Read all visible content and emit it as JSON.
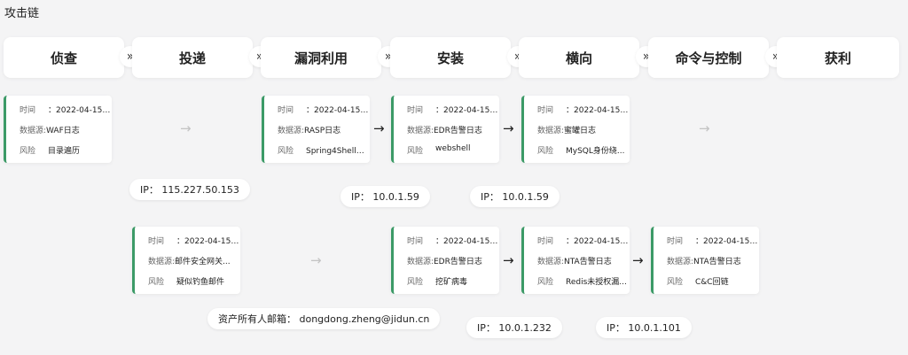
{
  "title": "攻击链",
  "stages": [
    "侦查",
    "投递",
    "漏洞利用",
    "安装",
    "横向",
    "命令与控制",
    "获利"
  ],
  "chevron": "»",
  "labels": {
    "time": "时间",
    "source": "数据源:",
    "risk": "风险"
  },
  "cards_row1": [
    {
      "time": "：2022-04-15 0...",
      "source": "WAF日志",
      "risk": "目录遍历"
    },
    {
      "time": "：2022-04-15 0...",
      "source": "RASP日志",
      "risk": "Spring4Shell漏..."
    },
    {
      "time": "：2022-04-15 0...",
      "source": "EDR告警日志",
      "risk": "webshell"
    },
    {
      "time": "：2022-04-15 1...",
      "source": "蜜罐日志",
      "risk": "MySQL身份绕..."
    }
  ],
  "cards_row2": [
    {
      "time": "：2022-04-15 1...",
      "source": "邮件安全网关...",
      "risk": "疑似钓鱼邮件"
    },
    {
      "time": "：2022-04-15 0...",
      "source": "EDR告警日志",
      "risk": "挖矿病毒"
    },
    {
      "time": "：2022-04-15 1...",
      "source": "NTA告警日志",
      "risk": "Redis未授权漏..."
    },
    {
      "time": "：2022-04-15 1...",
      "source": "NTA告警日志",
      "risk": "C&C回链"
    }
  ],
  "pills_row1": [
    "IP： 115.227.50.153",
    "IP： 10.0.1.59",
    "IP： 10.0.1.59"
  ],
  "pills_row2": [
    "资产所有人邮箱： dongdong.zheng@jidun.cn",
    "IP： 10.0.1.232",
    "IP： 10.0.1.101"
  ],
  "arrow_glyph": "→",
  "colors": {
    "card_accent": "#3c9a67",
    "background": "#f4f4f5"
  }
}
